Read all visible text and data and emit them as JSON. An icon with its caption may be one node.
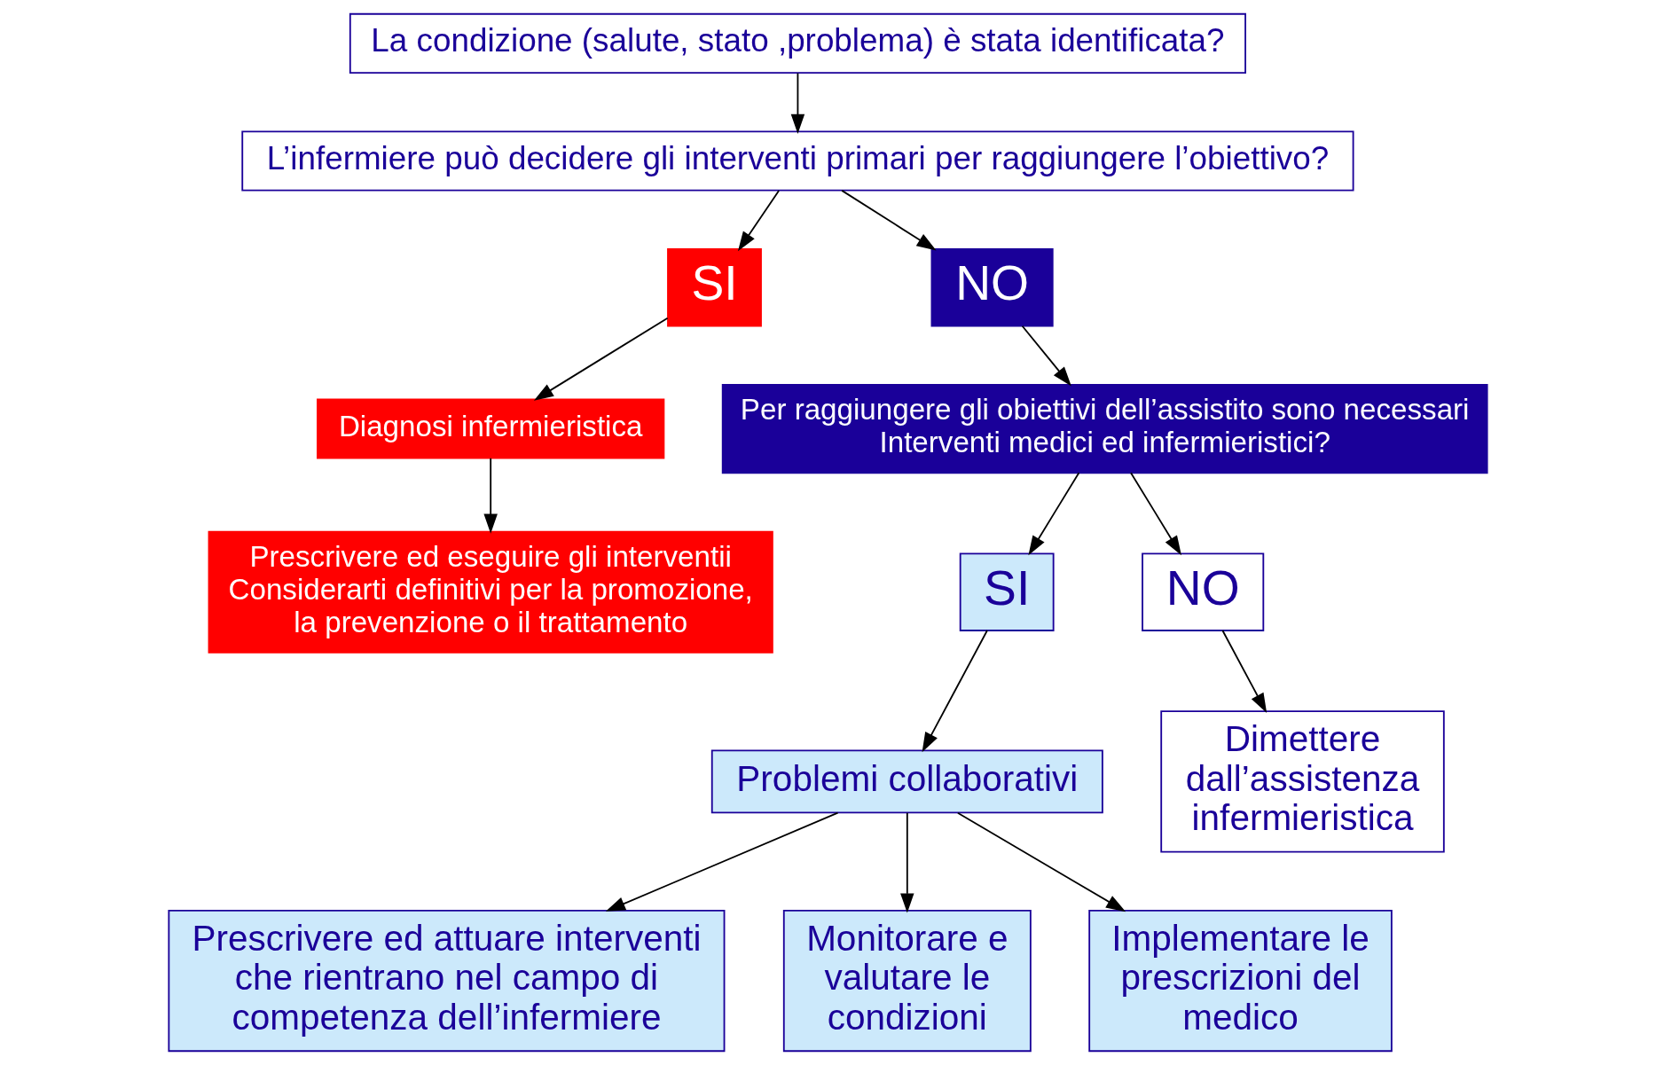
{
  "diagram": {
    "nodes": [
      {
        "text": [
          "La condizione (salute, stato ,problema) è stata identificata?"
        ]
      },
      {
        "text": [
          "L’infermiere può decidere gli interventi primari per raggiungere l’obiettivo?"
        ]
      },
      {
        "text": [
          "SI"
        ]
      },
      {
        "text": [
          "NO"
        ]
      },
      {
        "text": [
          "Diagnosi infermieristica"
        ]
      },
      {
        "text": [
          "Prescrivere ed eseguire gli interventii Considerarti definitivi per la promozione, la prevenzione o il trattamento"
        ]
      },
      {
        "text": [
          "Per raggiungere gli obiettivi dell’assistito sono necessari Interventi medici ed infermieristici?"
        ]
      },
      {
        "text": [
          "SI"
        ]
      },
      {
        "text": [
          "NO"
        ]
      },
      {
        "text": [
          "Problemi collaborativi"
        ]
      },
      {
        "text": [
          "Dimettere dall’assistenza infermieristica"
        ]
      },
      {
        "text": [
          "Prescrivere ed attuare interventi che rientrano nel campo di competenza dell’infermiere"
        ]
      },
      {
        "text": [
          "Monitorare e valutare le condizioni"
        ]
      },
      {
        "text": [
          "Implementare le prescrizioni del medico"
        ]
      }
    ],
    "edges": [
      {
        "from": 0,
        "to": 1,
        "arrow": "to"
      },
      {
        "from": 1,
        "to": 2,
        "arrow": "to"
      },
      {
        "from": 1,
        "to": 3,
        "arrow": "to"
      },
      {
        "from": 2,
        "to": 4,
        "arrow": "to"
      },
      {
        "from": 4,
        "to": 5,
        "arrow": "to"
      },
      {
        "from": 3,
        "to": 6,
        "arrow": "to"
      },
      {
        "from": 6,
        "to": 7,
        "arrow": "to"
      },
      {
        "from": 6,
        "to": 8,
        "arrow": "to"
      },
      {
        "from": 7,
        "to": 9,
        "arrow": "to"
      },
      {
        "from": 8,
        "to": 10,
        "arrow": "to"
      },
      {
        "from": 9,
        "to": 11,
        "arrow": "to"
      },
      {
        "from": 9,
        "to": 12,
        "arrow": "to"
      },
      {
        "from": 9,
        "to": 13,
        "arrow": "to"
      }
    ]
  }
}
